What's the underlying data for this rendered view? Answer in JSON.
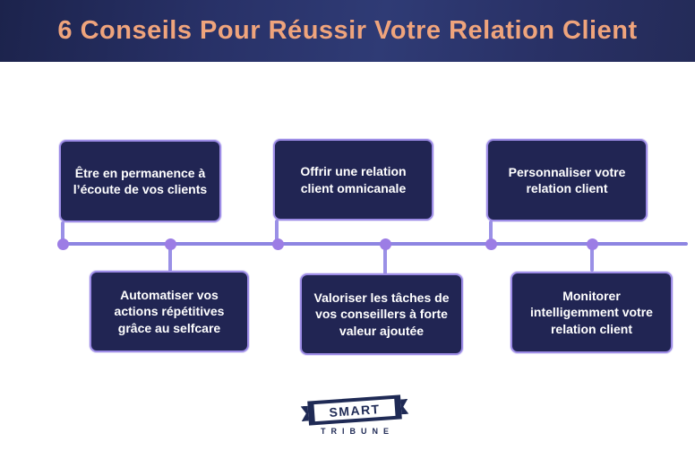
{
  "header": {
    "title": "6 Conseils Pour Réussir Votre Relation Client",
    "title_color": "#efa47c",
    "background_navy": "#2f3b75"
  },
  "tips": [
    {
      "position": "top",
      "label": "Être en permanence à l’écoute de vos clients"
    },
    {
      "position": "top",
      "label": "Offrir une relation client omnicanale"
    },
    {
      "position": "top",
      "label": "Personnaliser votre relation client"
    },
    {
      "position": "bottom",
      "label": "Automatiser vos actions répétitives grâce au selfcare"
    },
    {
      "position": "bottom",
      "label": "Valoriser les tâches de vos conseillers à forte valeur ajoutée"
    },
    {
      "position": "bottom",
      "label": "Monitorer intelligemment votre relation client"
    }
  ],
  "timeline": {
    "line_color": "#8d85e2",
    "dot_color": "#9c7de5",
    "box_fill": "#212553",
    "box_border": "#9d8ce6"
  },
  "logo": {
    "brand": "SMART",
    "sub": "TRIBUNE",
    "navy": "#1f2a55"
  }
}
